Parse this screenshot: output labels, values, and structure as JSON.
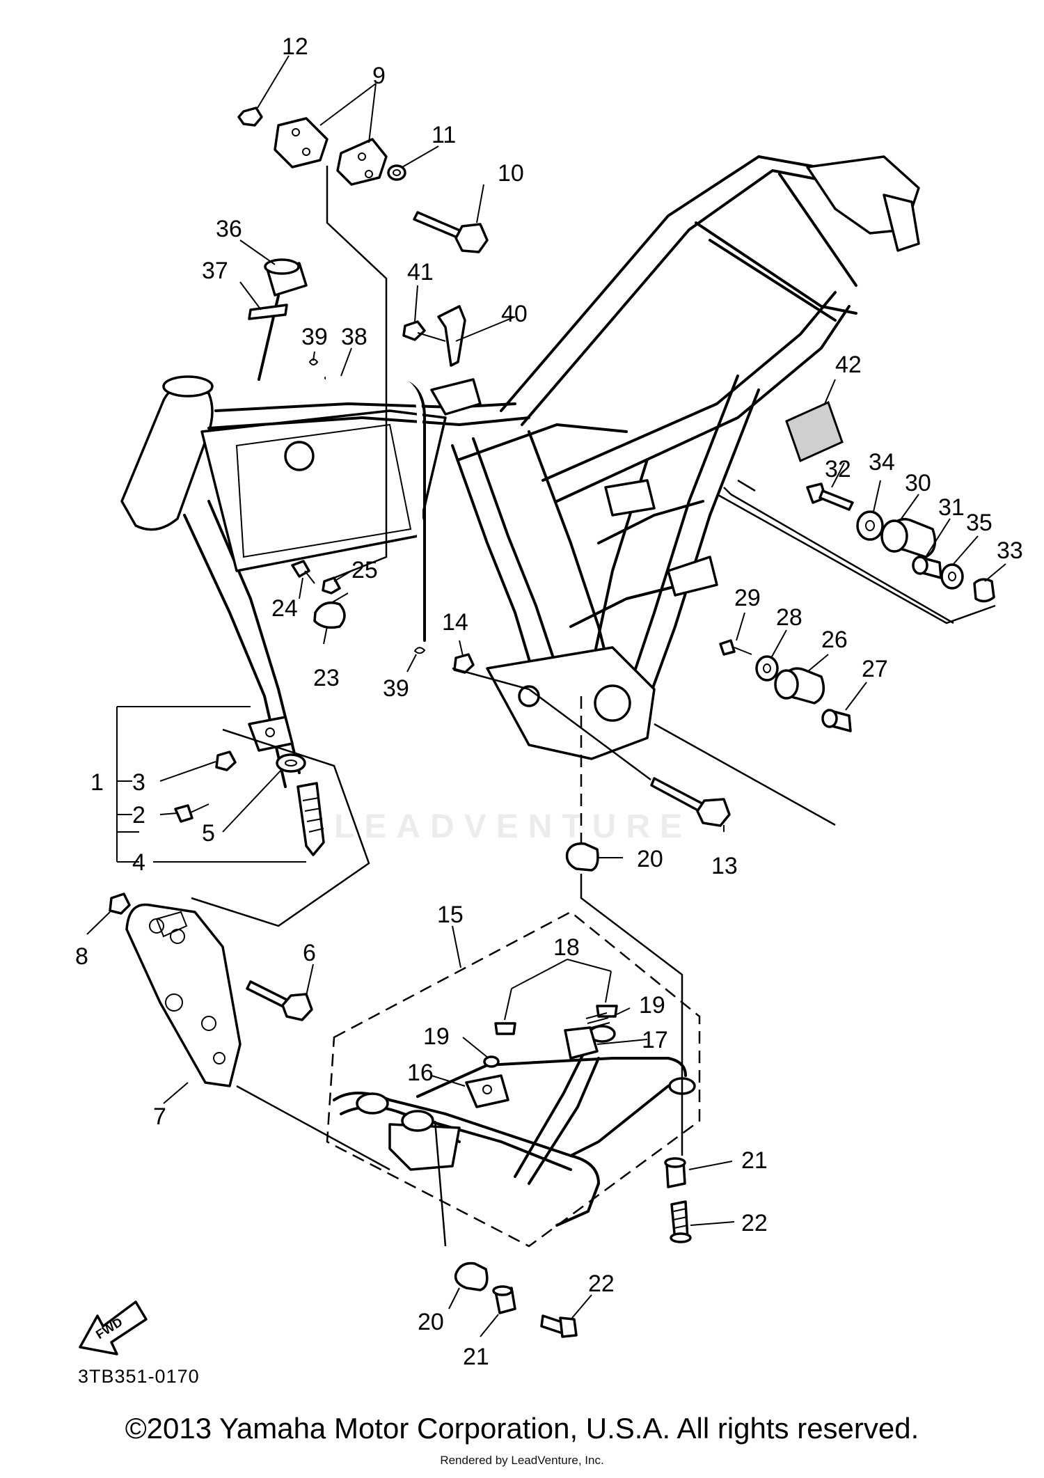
{
  "diagram": {
    "code": "3TB351-0170",
    "copyright": "©2013 Yamaha Motor Corporation, U.S.A. All rights reserved.",
    "rendered_by": "Rendered by LeadVenture, Inc.",
    "watermark": "LEADVENTURE",
    "fwd_label": "FWD"
  },
  "callouts": [
    "12",
    "9",
    "11",
    "10",
    "36",
    "37",
    "41",
    "40",
    "39",
    "38",
    "42",
    "32",
    "34",
    "30",
    "31",
    "35",
    "33",
    "29",
    "28",
    "26",
    "27",
    "24",
    "25",
    "23",
    "39",
    "14",
    "1",
    "3",
    "2",
    "5",
    "4",
    "20",
    "13",
    "8",
    "6",
    "15",
    "18",
    "19",
    "17",
    "19",
    "16",
    "7",
    "21",
    "22",
    "20",
    "21",
    "22"
  ]
}
